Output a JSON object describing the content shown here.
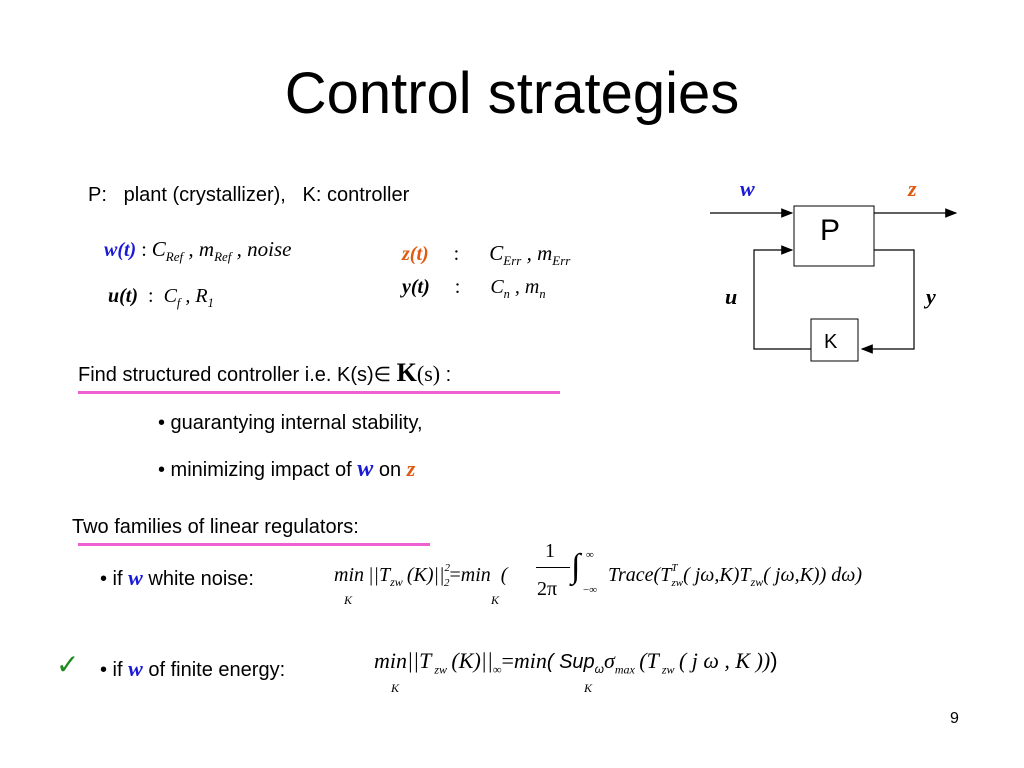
{
  "slide": {
    "title": "Control strategies",
    "page_number": "9"
  },
  "definition": {
    "p_label": "P:",
    "p_text": "plant (crystallizer),",
    "k_text": "K: controller"
  },
  "signals": {
    "w_label": "w(t)",
    "w_vars": [
      "C",
      "Ref",
      "m",
      "Ref",
      "noise"
    ],
    "u_label": "u(t)",
    "u_vars": [
      "C",
      "f",
      "R",
      "1"
    ],
    "z_label": "z(t)",
    "z_vars": [
      "C",
      "Err",
      "m",
      "Err"
    ],
    "y_label": "y(t)",
    "y_vars": [
      "C",
      "n",
      "m",
      "n"
    ],
    "colon": ":"
  },
  "diagram": {
    "w": "w",
    "z": "z",
    "u": "u",
    "y": "y",
    "plant": "P",
    "controller": "K"
  },
  "find": {
    "text": "Find  structured controller  i.e.  K(s)∈",
    "set": "K",
    "set_arg": "(s)",
    "colon": ":"
  },
  "bullets": {
    "b1": "• guarantying internal stability,",
    "b2_pre": "• minimizing impact of",
    "b2_w": "w",
    "b2_on": "on",
    "b2_z": "z"
  },
  "families": {
    "heading": "Two families of linear regulators:",
    "item1_pre": "•  if",
    "item1_w": "w",
    "item1_post": "white noise:",
    "item2_pre": "•  if",
    "item2_w": "w",
    "item2_post": "of finite energy:",
    "checkmark": "✓"
  },
  "colors": {
    "underline": "#ee5fcf",
    "blue_var": "#1a1ad6",
    "red_var": "#e05a10",
    "check": "#1f8a1f"
  }
}
